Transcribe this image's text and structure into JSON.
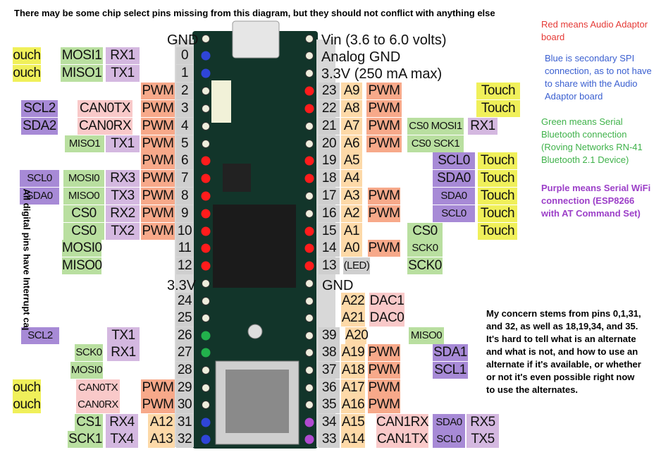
{
  "top_note": "There may be some chip select pins missing from this diagram, but they should not conflict with anything else",
  "header": {
    "gnd_top": "GND",
    "vin": "Vin  (3.6 to 6.0 volts)",
    "agnd": "Analog GND",
    "v33": "3.3V (250 mA max)",
    "v33_left": "3.3V",
    "gnd_right": "GND",
    "led": "(LED)"
  },
  "side_note": "All digital pins have Interrupt capability",
  "legend": [
    {
      "text": "Red means Audio Adaptor board",
      "color": "#e53935"
    },
    {
      "text": "Blue is secondary SPI connection, as to not have to share with the Audio Adaptor board",
      "color": "#3a5fd0"
    },
    {
      "text": "Green means Serial Bluetooth connection (Roving Networks RN-41 Bluetooth 2.1 Device)",
      "color": "#3fb24a"
    },
    {
      "text": "Purple means Serial WiFi connection (ESP8266 with AT Command Set)",
      "color": "#9c3fc8"
    }
  ],
  "concern": "My concern stems from pins 0,1,31, and 32, as well as 18,19,34, and 35. It's hard to tell what is an alternate and what is not, and how to use an alternate if it's available, or whether or not it's even possible right now to use the alternates.",
  "left_pins": [
    "0",
    "1",
    "2",
    "3",
    "4",
    "5",
    "6",
    "7",
    "8",
    "9",
    "10",
    "11",
    "12",
    "24",
    "25",
    "26",
    "27",
    "28",
    "29",
    "30",
    "31",
    "32"
  ],
  "right_pins": [
    "23",
    "22",
    "21",
    "20",
    "19",
    "18",
    "17",
    "16",
    "15",
    "14",
    "13",
    "39",
    "38",
    "37",
    "36",
    "35",
    "34",
    "33"
  ],
  "right_analog": [
    "A9",
    "A8",
    "A7",
    "A6",
    "A5",
    "A4",
    "A3",
    "A2",
    "A1",
    "A0",
    "A20",
    "A19",
    "A18",
    "A17",
    "A16",
    "A15",
    "A14",
    "A22",
    "A21"
  ],
  "labels": {
    "pwm": "PWM",
    "touch": "Touch",
    "ouch": "ouch",
    "mosi1": "MOSI1",
    "miso1": "MISO1",
    "rx1": "RX1",
    "tx1": "TX1",
    "scl2": "SCL2",
    "sda2": "SDA2",
    "can0tx": "CAN0TX",
    "can0rx": "CAN0RX",
    "mosi0": "MOSI0",
    "miso0": "MISO0",
    "scl0": "SCL0",
    "sda0": "SDA0",
    "rx3": "RX3",
    "tx3": "TX3",
    "rx2": "RX2",
    "tx2": "TX2",
    "cs0": "CS0",
    "sck0": "SCK0",
    "cs1": "CS1",
    "sck1": "SCK1",
    "rx4": "RX4",
    "tx4": "TX4",
    "a12": "A12",
    "a13": "A13",
    "dac1": "DAC1",
    "dac0": "DAC0",
    "sda1": "SDA1",
    "scl1": "SCL1",
    "can1rx": "CAN1RX",
    "can1tx": "CAN1TX",
    "rx5": "RX5",
    "tx5": "TX5",
    "rx1_alt": "RX1"
  },
  "colors": {
    "pwm": "#f7a98a",
    "touch": "#f0f05a",
    "serial": "#d4b8e0",
    "i2c": "#a78ad6",
    "spi": "#b9dfa0",
    "can": "#f9c9c9",
    "analog": "#fdd9a8",
    "gray": "#cfcfcf",
    "board": "#12352a",
    "red_dot": "#ff1c1c",
    "blue_dot": "#2f45d8",
    "green_dot": "#22b14c",
    "purple_dot": "#b04ad0"
  }
}
